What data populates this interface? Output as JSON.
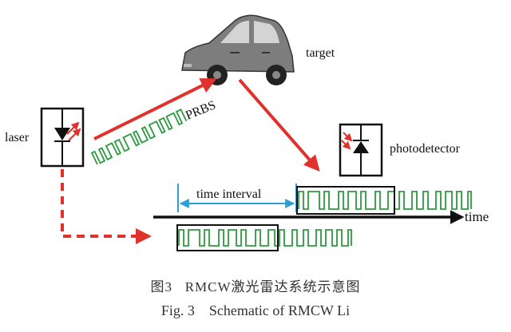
{
  "labels": {
    "target": "target",
    "laser": "laser",
    "prbs": "PRBS",
    "photodetector": "photodetector",
    "time_interval": "time interval",
    "time_axis": "time"
  },
  "caption": {
    "zh_fig": "图3",
    "zh_text": "RMCW激光雷达系统示意图",
    "en_fig": "Fig. 3",
    "en_text": "Schematic of RMCW Li"
  },
  "colors": {
    "signal": "#2e9a3e",
    "arrow": "#e0312c",
    "interval": "#2b9fd8",
    "car": "#7d7d7d",
    "box": "#111111"
  },
  "icons": [
    "car-icon",
    "laser-diode-icon",
    "photodiode-icon"
  ]
}
